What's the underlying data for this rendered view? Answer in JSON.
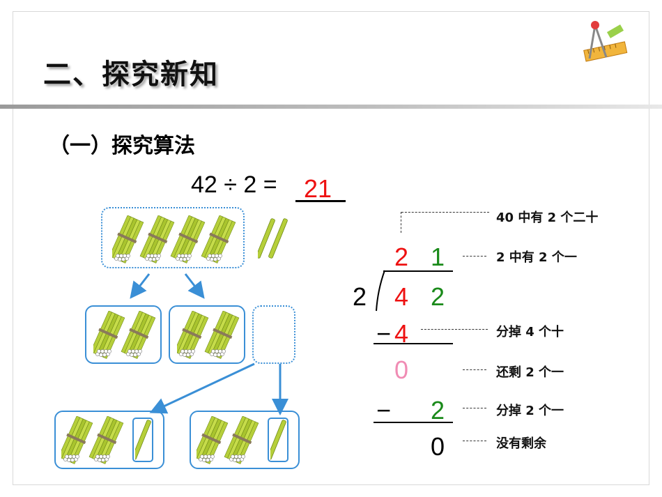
{
  "title": "二、探究新知",
  "subtitle": "（一）探究算法",
  "equation": {
    "expression": "42 ÷ 2 =",
    "answer": "21"
  },
  "division": {
    "quotient_tens": "2",
    "quotient_ones": "1",
    "divisor": "2",
    "dividend_tens": "4",
    "dividend_ones": "2",
    "minus_1": "−",
    "subtract_1": "4",
    "remainder_1": "0",
    "minus_2": "−",
    "subtract_2": "2",
    "remainder_final": "0"
  },
  "notes": {
    "n1": "40 中有 2 个二十",
    "n2": "2 中有 2 个一",
    "n3": "分掉 4 个十",
    "n4": "还剩 2 个一",
    "n5": "分掉 2 个一",
    "n6": "没有剩余"
  },
  "colors": {
    "red": "#ee1111",
    "green": "#1a8a1a",
    "pink": "#f08cb4",
    "blue": "#3a8fd6",
    "stick": "#b6cf3a"
  }
}
